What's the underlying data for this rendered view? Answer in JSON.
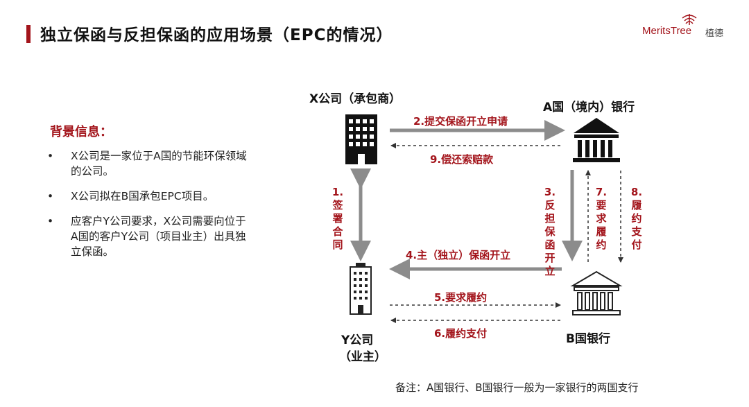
{
  "title": "独立保函与反担保函的应用场景（EPC的情况）",
  "brand": {
    "name": "MeritsTree",
    "cn": "植德",
    "color": "#a3141b"
  },
  "background": {
    "heading": "背景信息：",
    "bullets": [
      {
        "dot": "•",
        "text": "X公司是一家位于A国的节能环保领域的公司。"
      },
      {
        "dot": "•",
        "text": "X公司拟在B国承包EPC项目。"
      },
      {
        "dot": "•",
        "text": "应客户Y公司要求，X公司需要向位于A国的客户Y公司（项目业主）出具独立保函。"
      }
    ]
  },
  "parties": {
    "x_company": "X公司（承包商）",
    "a_bank": "A国（境内）银行",
    "y_company_line1": "Y公司",
    "y_company_line2": "（业主）",
    "b_bank": "B国银行"
  },
  "steps": {
    "s1": "1.签署合同",
    "s2": "2.提交保函开立申请",
    "s3": "3.反担保函开立",
    "s4": "4.主（独立）保函开立",
    "s5": "5.要求履约",
    "s6": "6.履约支付",
    "s7": "7.要求履约",
    "s8": "8.履约支付",
    "s9": "9.偿还索赔款"
  },
  "note": "备注：A国银行、B国银行一般为一家银行的两国支行",
  "colors": {
    "accent": "#a3141b",
    "arrow_solid": "#8c8c8c",
    "arrow_dashed": "#333333"
  },
  "icons": [
    "building-icon",
    "bank-icon"
  ]
}
